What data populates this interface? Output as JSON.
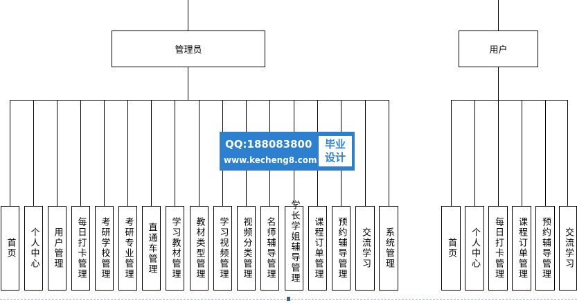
{
  "admin": {
    "title": "管理员",
    "items": [
      "首页",
      "个人中心",
      "用户管理",
      "每日打卡管理",
      "考研学校管理",
      "考研专业管理",
      "直通车管理",
      "学习教材管理",
      "教材类型管理",
      "学习视频管理",
      "视频分类管理",
      "名师辅导管理",
      "学长学姐辅导管理",
      "课程订单管理",
      "预约辅导管理",
      "交流学习",
      "系统管理"
    ]
  },
  "user": {
    "title": "用户",
    "items": [
      "首页",
      "个人中心",
      "每日打卡管理",
      "课程订单管理",
      "预约辅导管理",
      "交流学习"
    ]
  },
  "watermark": {
    "qq": "QQ:188083800",
    "url": "www.kecheng8.com",
    "badge_line1": "毕业",
    "badge_line2": "设计"
  }
}
